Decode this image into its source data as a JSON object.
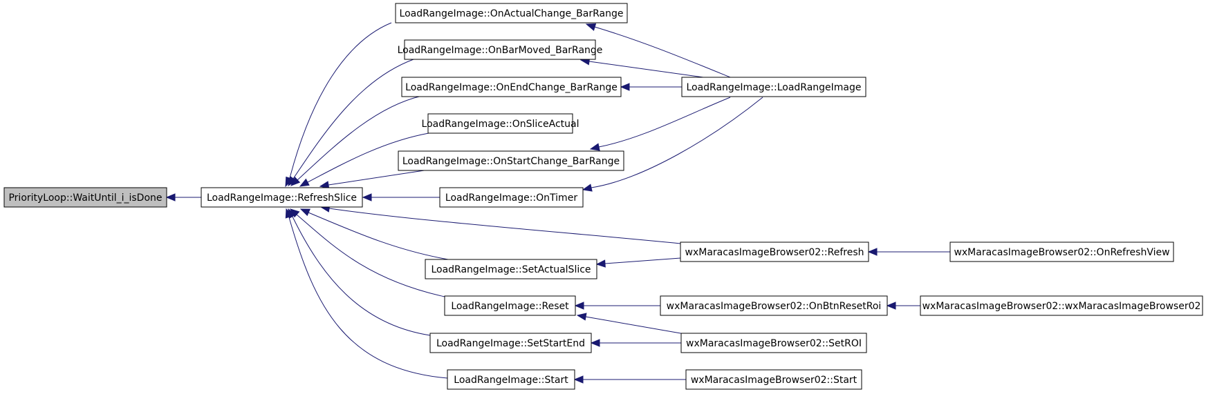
{
  "diagram": {
    "colors": {
      "edge": "#191970",
      "node_border": "#000000",
      "root_fill": "#bfbfbf",
      "node_fill": "#ffffff"
    },
    "nodes": {
      "wait_until": "PriorityLoop::WaitUntil_i_isDone",
      "refresh_slice": "LoadRangeImage::RefreshSlice",
      "on_actual_change": "LoadRangeImage::OnActualChange_BarRange",
      "on_bar_moved": "LoadRangeImage::OnBarMoved_BarRange",
      "on_end_change": "LoadRangeImage::OnEndChange_BarRange",
      "on_slice_actual": "LoadRangeImage::OnSliceActual",
      "on_start_change": "LoadRangeImage::OnStartChange_BarRange",
      "on_timer": "LoadRangeImage::OnTimer",
      "set_actual_slice": "LoadRangeImage::SetActualSlice",
      "reset": "LoadRangeImage::Reset",
      "set_start_end": "LoadRangeImage::SetStartEnd",
      "start": "LoadRangeImage::Start",
      "load_range_image": "LoadRangeImage::LoadRangeImage",
      "wx_refresh": "wxMaracasImageBrowser02::Refresh",
      "wx_on_btn_reset_roi": "wxMaracasImageBrowser02::OnBtnResetRoi",
      "wx_set_roi": "wxMaracasImageBrowser02::SetROI",
      "wx_start": "wxMaracasImageBrowser02::Start",
      "wx_on_refresh_view": "wxMaracasImageBrowser02::OnRefreshView",
      "wx_ctor": "wxMaracasImageBrowser02::wxMaracasImageBrowser02"
    },
    "edges": [
      {
        "from": "refresh_slice",
        "to": "wait_until"
      },
      {
        "from": "on_actual_change",
        "to": "refresh_slice"
      },
      {
        "from": "on_bar_moved",
        "to": "refresh_slice"
      },
      {
        "from": "on_end_change",
        "to": "refresh_slice"
      },
      {
        "from": "on_slice_actual",
        "to": "refresh_slice"
      },
      {
        "from": "on_start_change",
        "to": "refresh_slice"
      },
      {
        "from": "on_timer",
        "to": "refresh_slice"
      },
      {
        "from": "wx_refresh",
        "to": "refresh_slice"
      },
      {
        "from": "set_actual_slice",
        "to": "refresh_slice"
      },
      {
        "from": "reset",
        "to": "refresh_slice"
      },
      {
        "from": "set_start_end",
        "to": "refresh_slice"
      },
      {
        "from": "start",
        "to": "refresh_slice"
      },
      {
        "from": "load_range_image",
        "to": "on_actual_change"
      },
      {
        "from": "load_range_image",
        "to": "on_bar_moved"
      },
      {
        "from": "load_range_image",
        "to": "on_end_change"
      },
      {
        "from": "load_range_image",
        "to": "on_start_change"
      },
      {
        "from": "load_range_image",
        "to": "on_timer"
      },
      {
        "from": "wx_refresh",
        "to": "set_actual_slice"
      },
      {
        "from": "wx_on_btn_reset_roi",
        "to": "reset"
      },
      {
        "from": "wx_set_roi",
        "to": "reset"
      },
      {
        "from": "wx_set_roi",
        "to": "set_start_end"
      },
      {
        "from": "wx_start",
        "to": "start"
      },
      {
        "from": "wx_on_refresh_view",
        "to": "wx_refresh"
      },
      {
        "from": "wx_ctor",
        "to": "wx_on_btn_reset_roi"
      }
    ]
  }
}
